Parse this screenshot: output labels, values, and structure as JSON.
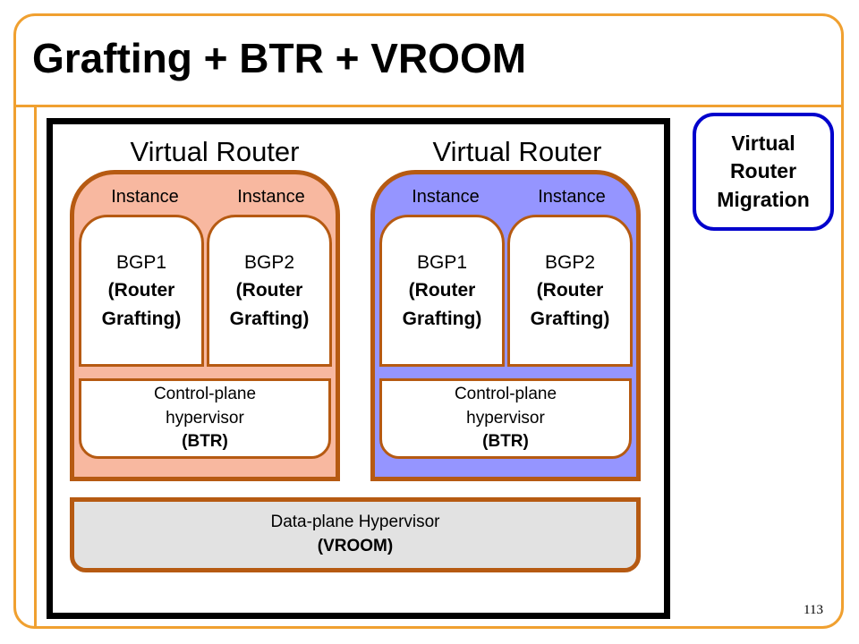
{
  "slide": {
    "title": "Grafting + BTR + VROOM",
    "page_number": "113"
  },
  "colors": {
    "accent": "#f0a030",
    "container_border": "#b65a12",
    "router_left_fill": "#f8b8a0",
    "router_right_fill": "#9595ff",
    "data_plane_fill": "#e2e2e2",
    "migration_border": "#0000cc"
  },
  "routers": [
    {
      "label": "Virtual Router",
      "instances": [
        {
          "instance_label": "Instance",
          "name": "BGP1",
          "detail_line1": "(Router",
          "detail_line2": "Grafting)"
        },
        {
          "instance_label": "Instance",
          "name": "BGP2",
          "detail_line1": "(Router",
          "detail_line2": "Grafting)"
        }
      ],
      "hypervisor": {
        "line1": "Control-plane",
        "line2": "hypervisor",
        "line3": "(BTR)"
      }
    },
    {
      "label": "Virtual Router",
      "instances": [
        {
          "instance_label": "Instance",
          "name": "BGP1",
          "detail_line1": "(Router",
          "detail_line2": "Grafting)"
        },
        {
          "instance_label": "Instance",
          "name": "BGP2",
          "detail_line1": "(Router",
          "detail_line2": "Grafting)"
        }
      ],
      "hypervisor": {
        "line1": "Control-plane",
        "line2": "hypervisor",
        "line3": "(BTR)"
      }
    }
  ],
  "data_plane": {
    "line1": "Data-plane Hypervisor",
    "line2": "(VROOM)"
  },
  "migration": {
    "line1": "Virtual",
    "line2": "Router",
    "line3": "Migration"
  }
}
